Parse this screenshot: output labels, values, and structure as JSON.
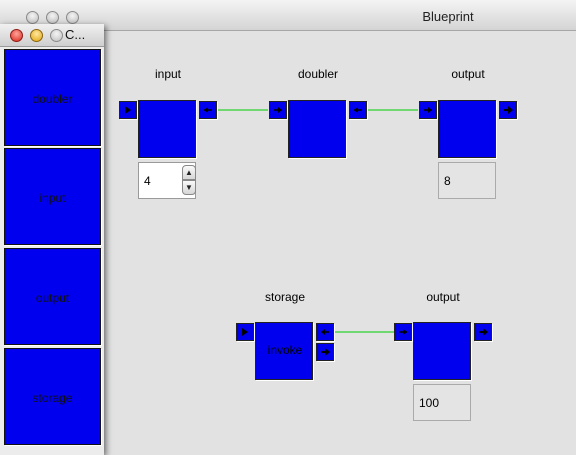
{
  "main_window": {
    "title": "Blueprint"
  },
  "palette": {
    "title": "C...",
    "items": [
      {
        "label": "doubler"
      },
      {
        "label": "input"
      },
      {
        "label": "output"
      },
      {
        "label": "storage"
      }
    ]
  },
  "canvas": {
    "nodes": [
      {
        "label": "input",
        "field_value": "4"
      },
      {
        "label": "doubler"
      },
      {
        "label": "output",
        "field_value": "8"
      },
      {
        "label": "storage",
        "body_text": "invoke"
      },
      {
        "label": "output",
        "field_value": "100"
      }
    ]
  },
  "colors": {
    "node_blue": "#0000ee",
    "connection_green": "#00cc00"
  },
  "icons": {
    "in_port": "arrow-right-icon",
    "out_port": "arrow-left-icon",
    "stepper": "stepper-arrows-icon"
  }
}
